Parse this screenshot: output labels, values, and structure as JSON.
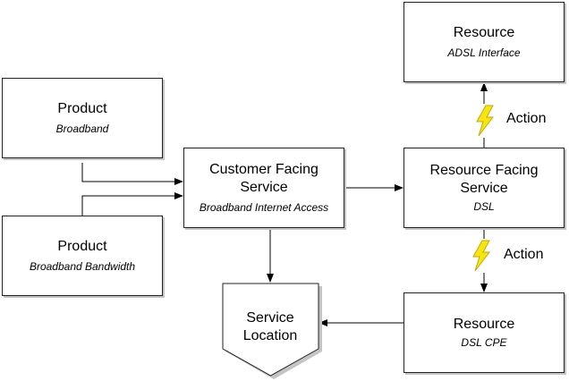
{
  "nodes": {
    "product_broadband": {
      "title": "Product",
      "subtitle": "Broadband"
    },
    "product_bandwidth": {
      "title": "Product",
      "subtitle": "Broadband Bandwidth"
    },
    "customer_facing_service": {
      "title_line1": "Customer Facing",
      "title_line2": "Service",
      "subtitle": "Broadband Internet Access"
    },
    "resource_facing_service": {
      "title_line1": "Resource Facing",
      "title_line2": "Service",
      "subtitle": "DSL"
    },
    "resource_adsl": {
      "title": "Resource",
      "subtitle": "ADSL Interface"
    },
    "resource_cpe": {
      "title": "Resource",
      "subtitle": "DSL CPE"
    },
    "service_location": {
      "title_line1": "Service",
      "title_line2": "Location"
    }
  },
  "actions": {
    "top": {
      "label": "Action",
      "icon": "lightning-bolt-icon"
    },
    "bottom": {
      "label": "Action",
      "icon": "lightning-bolt-icon"
    }
  },
  "colors": {
    "bolt_fill": "#f5e60f",
    "bolt_stroke": "#c9a800",
    "line": "#000000",
    "shadow": "#c4c4c4"
  }
}
